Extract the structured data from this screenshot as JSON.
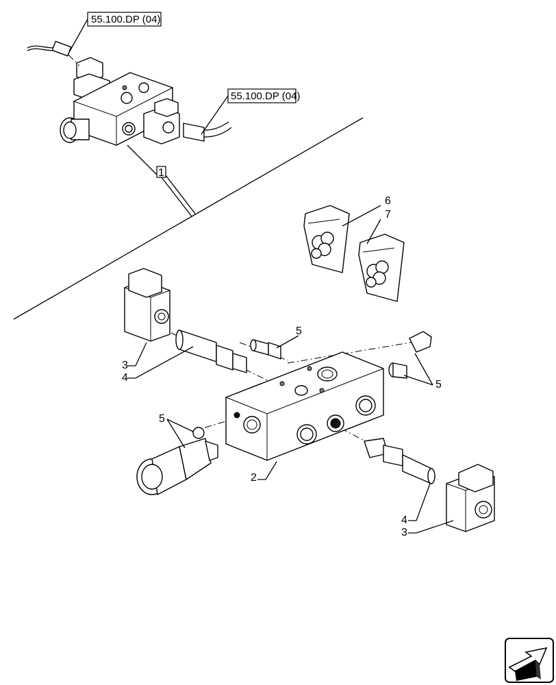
{
  "references": [
    {
      "id": "ref-top",
      "text": "55.100.DP (04)"
    },
    {
      "id": "ref-mid",
      "text": "55.100.DP (04)"
    }
  ],
  "assembly_label": "1",
  "callouts": {
    "c2": "2",
    "c3a": "3",
    "c3b": "3",
    "c4a": "4",
    "c4b": "4",
    "c5a": "5",
    "c5b": "5",
    "c5c": "5",
    "c6": "6",
    "c7": "7"
  },
  "nav_icon": "next-page-arrow-icon"
}
